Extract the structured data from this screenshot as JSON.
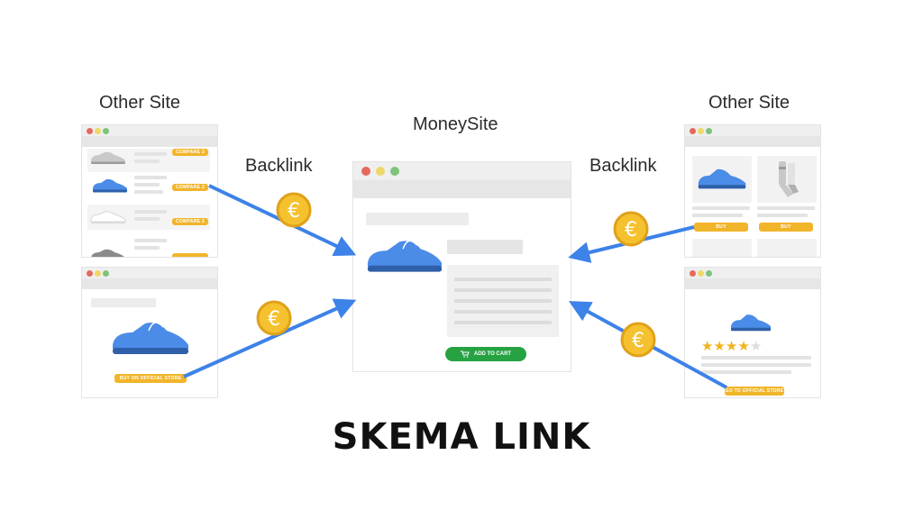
{
  "labels": {
    "other_site_left": "Other Site",
    "other_site_right": "Other Site",
    "money_site": "MoneySite",
    "backlink_left": "Backlink",
    "backlink_right": "Backlink",
    "title": "SKEMA LINK"
  },
  "buttons": {
    "compare": "COMPARE 2",
    "buy_official": "BUY ON OFFICIAL STORE",
    "add_to_cart": "ADD TO CART",
    "buy": "BUY",
    "go_official": "GO TO OFFICIAL STORE"
  },
  "coin_symbol": "€",
  "rating": {
    "filled": 4,
    "total": 5
  },
  "colors": {
    "arrow": "#3d82e8",
    "coin": "#f5c12e",
    "coin_edge": "#e0a11a",
    "shoe": "#4a8ce8",
    "pill": "#f1b52b",
    "cart": "#27a243"
  }
}
